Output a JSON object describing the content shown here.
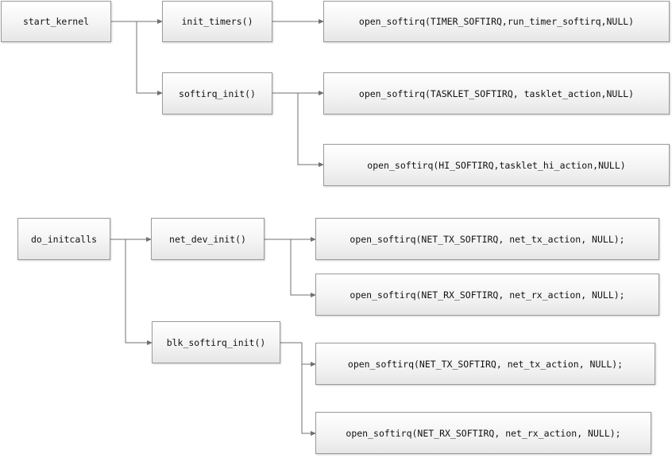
{
  "nodes": {
    "start_kernel": "start_kernel",
    "init_timers": "init_timers()",
    "softirq_init": "softirq_init()",
    "timer_softirq": "open_softirq(TIMER_SOFTIRQ,run_timer_softirq,NULL)",
    "tasklet_softirq": "open_softirq(TASKLET_SOFTIRQ, tasklet_action,NULL)",
    "hi_softirq": "open_softirq(HI_SOFTIRQ,tasklet_hi_action,NULL)",
    "do_initcalls": "do_initcalls",
    "net_dev_init": "net_dev_init()",
    "blk_softirq_init": "blk_softirq_init()",
    "net_tx_softirq_1": "open_softirq(NET_TX_SOFTIRQ, net_tx_action, NULL);",
    "net_rx_softirq_1": "open_softirq(NET_RX_SOFTIRQ, net_rx_action, NULL);",
    "net_tx_softirq_2": "open_softirq(NET_TX_SOFTIRQ, net_tx_action, NULL);",
    "net_rx_softirq_2": "open_softirq(NET_RX_SOFTIRQ, net_rx_action, NULL);"
  }
}
